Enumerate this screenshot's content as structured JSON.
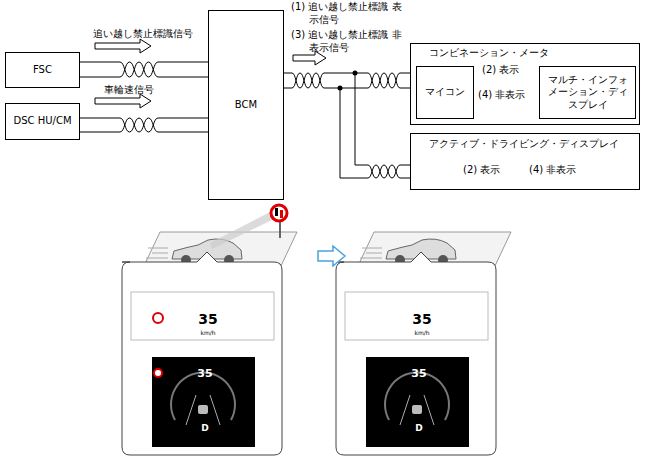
{
  "diagram": {
    "nodes": [
      {
        "text": [
          "FSC"
        ]
      },
      {
        "text": [
          "DSC HU/CM"
        ]
      },
      {
        "text": [
          "BCM"
        ]
      },
      {
        "text": [
          "コンビネーション・メータ"
        ]
      },
      {
        "text": [
          "マイコン"
        ],
        "in": 3
      },
      {
        "text": [
          "マルチ・インフォメーション・ディスプレイ"
        ],
        "in": 3
      },
      {
        "text": [
          "アクティブ・ドライビング・ディスプレイ",
          "(2) 表示",
          "(4) 非表示"
        ]
      }
    ],
    "edges": [
      {
        "from": 0,
        "to": 2,
        "label": "追い越し禁止標識信号",
        "arrow": "none"
      },
      {
        "from": 1,
        "to": 2,
        "label": "車輪速信号",
        "arrow": "none"
      },
      {
        "from": 2,
        "to": 4,
        "arrow": "none"
      },
      {
        "from": 2,
        "to": 6,
        "arrow": "none"
      },
      {
        "from": 4,
        "to": 5,
        "label": "(2) 表示",
        "arrow": "to"
      },
      {
        "from": 4,
        "to": 5,
        "label": "(4) 非表示",
        "arrow": "to"
      }
    ],
    "labels": [
      "(1) 追い越し禁止標識 表示信号",
      "(3) 追い越し禁止標識 非表示信号",
      "35",
      "km/h",
      "35",
      "D",
      "35",
      "km/h",
      "35",
      "D"
    ]
  }
}
